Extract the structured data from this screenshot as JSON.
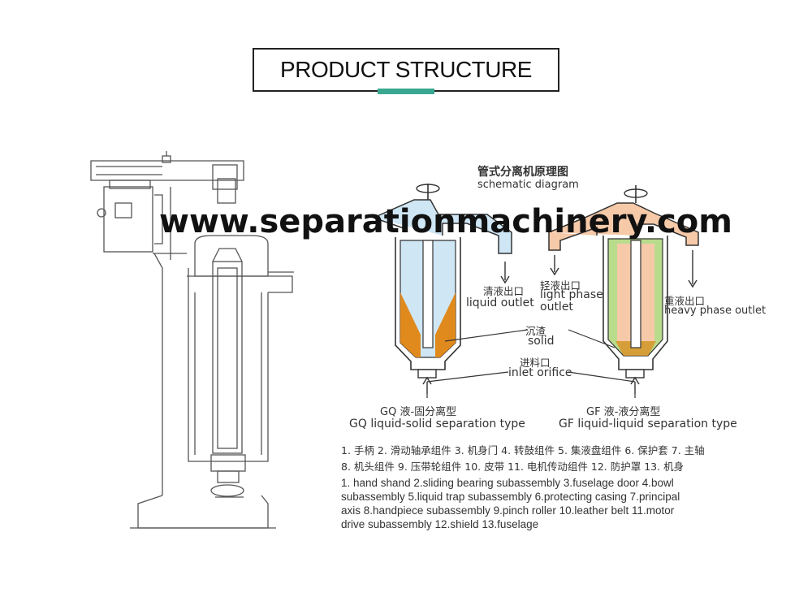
{
  "header": {
    "title": "PRODUCT STRUCTURE"
  },
  "watermark": "www.separationmachinery.com",
  "schematic": {
    "title_cn": "管式分离机原理图",
    "title_en": "schematic diagram",
    "labels": {
      "light_outlet_gq_cn": "清液出口",
      "light_outlet_gq_en": "liquid outlet",
      "light_phase_cn": "轻液出口",
      "light_phase_en1": "light phase",
      "light_phase_en2": "outlet",
      "heavy_phase_cn": "重液出口",
      "heavy_phase_en": "heavy phase outlet",
      "solid_cn": "沉渣",
      "solid_en": "solid",
      "inlet_cn": "进料口",
      "inlet_en": "inlet orifice"
    },
    "types": {
      "gq_cn": "GQ 液-固分离型",
      "gq_en": "GQ liquid-solid separation type",
      "gf_cn": "GF 液-液分离型",
      "gf_en": "GF liquid-liquid separation type"
    }
  },
  "legend": {
    "cn_line1": "1. 手柄 2. 滑动轴承组件 3. 机身门 4. 转鼓组件 5. 集液盘组件 6. 保护套 7. 主轴",
    "cn_line2": "8. 机头组件 9. 压带轮组件 10. 皮带 11. 电机传动组件 12. 防护罩 13. 机身",
    "en_line1": "1. hand shand 2.sliding bearing subassembly 3.fuselage door 4.bowl",
    "en_line2": "subassembly 5.liquid trap subassembly 6.protecting casing 7.principal",
    "en_line3": "axis 8.handpiece subassembly 9.pinch roller 10.leather belt 11.motor",
    "en_line4": "drive subassembly 12.shield 13.fuselage"
  },
  "colors": {
    "accent": "#3aa890",
    "liquid": "#cfe6f5",
    "solid": "#e08a1e",
    "light_phase": "#f6c9a8",
    "heavy_phase": "#b9dc8c"
  }
}
